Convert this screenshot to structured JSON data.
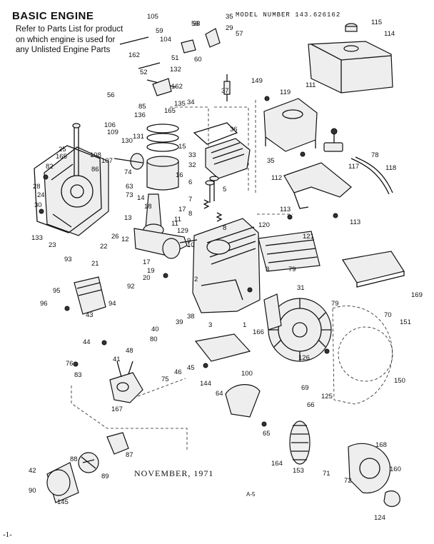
{
  "header": {
    "title": "BASIC ENGINE",
    "note": "Refer to Parts List for product\non which engine is used for\nany Unlisted Engine Parts",
    "model_number": "MODEL NUMBER 143.626162"
  },
  "footer": {
    "date": "NOVEMBER, 1971",
    "page_ref": "A-5",
    "page_number": "-1-"
  },
  "part_labels": [
    "105",
    "35",
    "29",
    "57",
    "59",
    "104",
    "56",
    "58",
    "60",
    "162",
    "51",
    "52",
    "132",
    "56",
    "162",
    "85",
    "136",
    "135",
    "165",
    "37",
    "149",
    "34",
    "115",
    "114",
    "111",
    "119",
    "117",
    "78",
    "118",
    "112",
    "113",
    "113",
    "35",
    "106",
    "109",
    "130",
    "131",
    "15",
    "108",
    "107",
    "74",
    "25",
    "165",
    "86",
    "82",
    "28",
    "63",
    "73",
    "24",
    "30",
    "133",
    "23",
    "26",
    "16",
    "14",
    "18",
    "17",
    "13",
    "11",
    "129",
    "22",
    "12",
    "21",
    "17",
    "19",
    "20",
    "33",
    "32",
    "6",
    "5",
    "7",
    "8",
    "8",
    "9",
    "120",
    "121",
    "169",
    "93",
    "95",
    "96",
    "94",
    "43",
    "44",
    "92",
    "38",
    "39",
    "40",
    "3",
    "3",
    "79",
    "31",
    "2",
    "1",
    "166",
    "79",
    "70",
    "151",
    "76",
    "83",
    "41",
    "48",
    "80",
    "45",
    "46",
    "75",
    "167",
    "144",
    "100",
    "64",
    "126",
    "69",
    "66",
    "125",
    "150",
    "65",
    "164",
    "153",
    "71",
    "72",
    "168",
    "160",
    "124",
    "88",
    "87",
    "89",
    "42",
    "90",
    "145",
    "36",
    "10",
    "11"
  ]
}
